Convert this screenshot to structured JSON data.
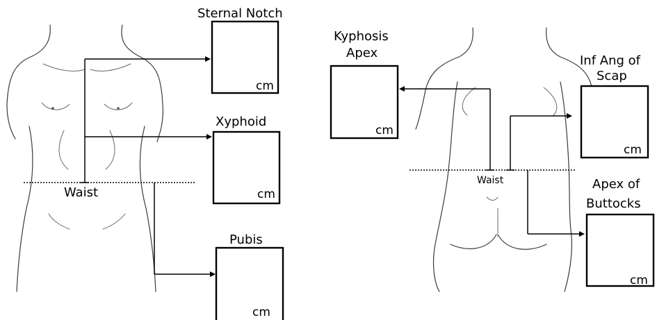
{
  "front": {
    "sternal_notch": {
      "label": "Sternal Notch",
      "unit": "cm"
    },
    "xyphoid": {
      "label": "Xyphoid",
      "unit": "cm"
    },
    "pubis": {
      "label": "Pubis",
      "unit": "cm"
    },
    "waist_label": "Waist"
  },
  "back": {
    "kyphosis_apex": {
      "label_line1": "Kyphosis",
      "label_line2": "Apex",
      "unit": "cm"
    },
    "inf_ang_scap": {
      "label_line1": "Inf Ang of",
      "label_line2": "Scap",
      "unit": "cm"
    },
    "apex_buttocks": {
      "label_line1": "Apex of",
      "label_line2": "Buttocks",
      "unit": "cm"
    },
    "waist_label": "Waist"
  }
}
